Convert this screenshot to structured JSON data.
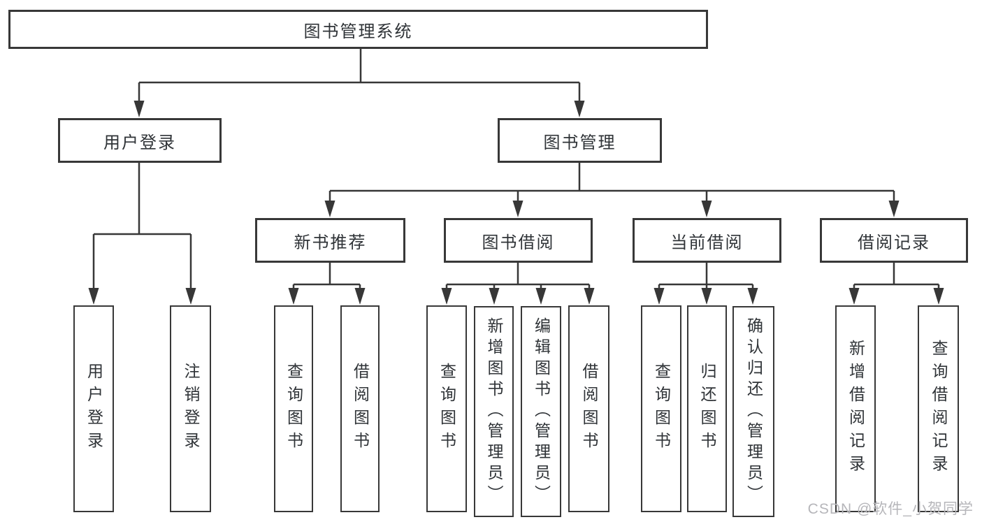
{
  "nodes": {
    "root": "图书管理系统",
    "user_login": "用户登录",
    "book_mgmt": "图书管理",
    "new_book_rec": "新书推荐",
    "book_borrow": "图书借阅",
    "current_borrow": "当前借阅",
    "borrow_records": "借阅记录",
    "leaves": [
      "用户登录",
      "注销登录",
      "查询图书",
      "借阅图书",
      "查询图书",
      "新增图书（管理员）",
      "编辑图书（管理员）",
      "借阅图书",
      "查询图书",
      "归还图书",
      "确认归还（管理员）",
      "新增借阅记录",
      "查询借阅记录"
    ]
  },
  "watermark": "CSDN @软件_小贺同学",
  "colors": {
    "background": "#ffffff",
    "node_border": "#383838",
    "connector_line": "#373737",
    "text": "#2f3337",
    "watermark_text": "#b6b6ba"
  }
}
